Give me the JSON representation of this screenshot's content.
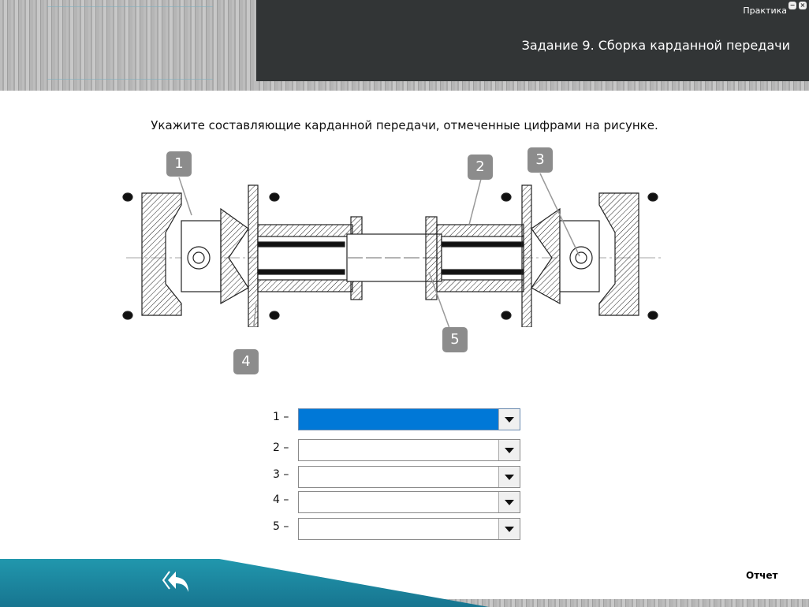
{
  "window": {
    "label": "Практика",
    "minimize_icon": "minimize-icon",
    "close_icon": "close-icon"
  },
  "header": {
    "title": "Задание 9. Сборка карданной передачи"
  },
  "question": "Укажите составляющие карданной передачи, отмеченные цифрами на рисунке.",
  "figure": {
    "callouts": [
      "1",
      "2",
      "3",
      "4",
      "5"
    ]
  },
  "answers": [
    {
      "label": "1 –",
      "value": "",
      "selected": true
    },
    {
      "label": "2 –",
      "value": ""
    },
    {
      "label": "3 –",
      "value": ""
    },
    {
      "label": "4 –",
      "value": ""
    },
    {
      "label": "5 –",
      "value": ""
    }
  ],
  "footer": {
    "back_icon": "back-arrow-icon",
    "report_label": "Отчет"
  },
  "colors": {
    "accent": "#0078d7",
    "teal": "#1f8ea6",
    "dark": "#323536"
  }
}
